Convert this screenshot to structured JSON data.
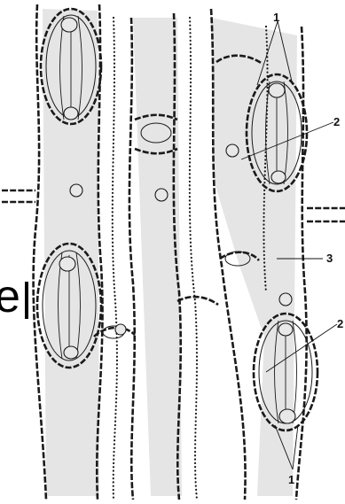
{
  "figure": {
    "labels": {
      "one_top": "1",
      "two_upper": "2",
      "three": "3",
      "two_lower": "2",
      "one_bottom": "1",
      "edge_fragment": "e"
    }
  }
}
